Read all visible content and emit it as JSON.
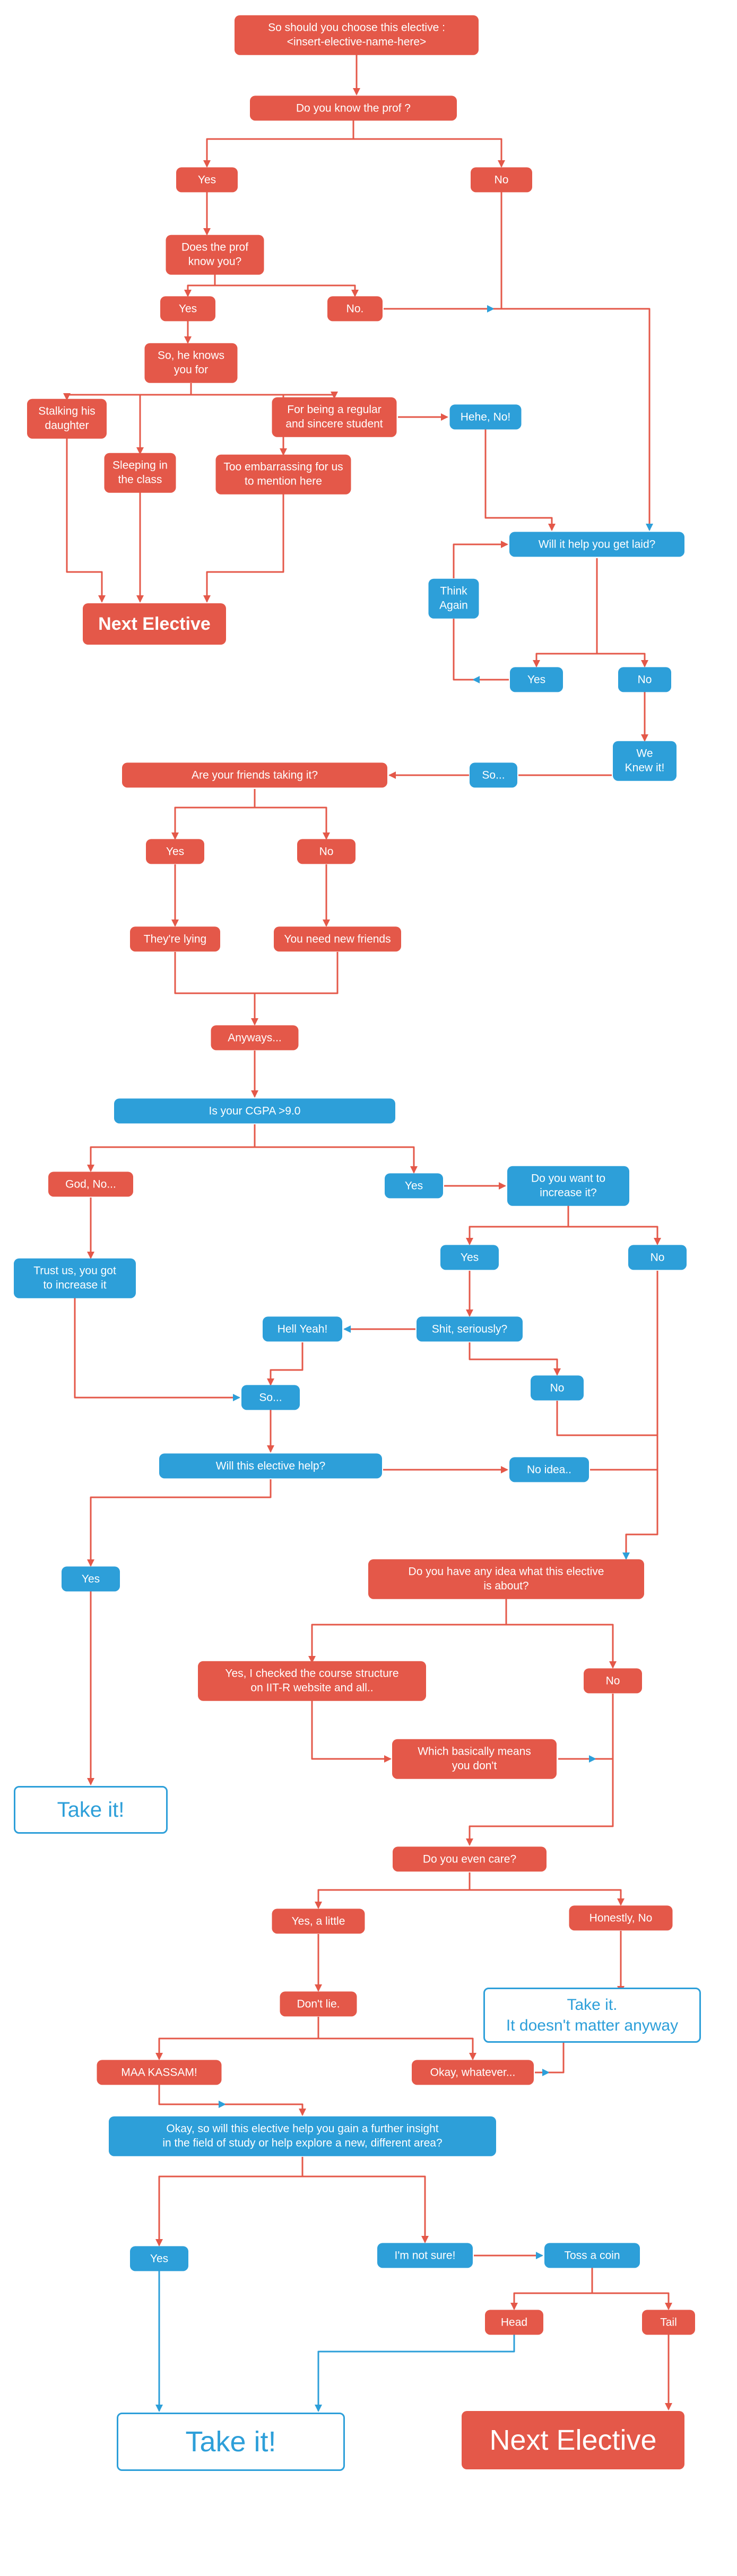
{
  "colors": {
    "red": "#e45849",
    "blue": "#2d9fd9",
    "background": "#ffffff"
  },
  "nodes": {
    "start": "So should you choose this elective :\n<insert-elective-name-here>",
    "q_know_prof": "Do you know the prof ?",
    "yes1": "Yes",
    "no1": "No",
    "q_prof_know_you": "Does the prof\nknow you?",
    "yes2": "Yes",
    "no2": "No.",
    "knows_you_for": "So, he knows\nyou for",
    "stalking": "Stalking his\ndaughter",
    "regular": "For being a regular\nand sincere student",
    "hehe_no": "Hehe, No!",
    "sleeping": "Sleeping in\nthe class",
    "embarrassing": "Too embarrassing for us\nto mention here",
    "q_laid": "Will it help you get laid?",
    "think_again": "Think\nAgain",
    "next_elective_1": "Next Elective",
    "yes3": "Yes",
    "no3": "No",
    "we_knew": "We\nKnew it!",
    "so1": "So...",
    "q_friends": "Are your friends taking it?",
    "yes4": "Yes",
    "no4": "No",
    "lying": "They're lying",
    "new_friends": "You need new friends",
    "anyways": "Anyways...",
    "q_cgpa": "Is your CGPA >9.0",
    "god_no": "God, No...",
    "yes5": "Yes",
    "q_increase": "Do you want to\nincrease it?",
    "trust_us": "Trust us, you got\nto increase it",
    "yes6": "Yes",
    "no5": "No",
    "hell_yeah": "Hell Yeah!",
    "shit_seriously": "Shit, seriously?",
    "no6": "No",
    "so2": "So...",
    "q_help": "Will this elective help?",
    "no_idea": "No idea..",
    "yes7": "Yes",
    "q_idea": "Do you have any idea what this elective\nis about?",
    "checked": "Yes, I checked the course structure\non IIT-R website and all..",
    "no7": "No",
    "means_dont": "Which basically means\nyou don't",
    "take_it_1": "Take it!",
    "q_care": "Do you even care?",
    "yes_little": "Yes, a little",
    "honestly_no": "Honestly, No",
    "dont_lie": "Don't lie.",
    "take_it_2": "Take it.\nIt doesn't matter anyway",
    "maa_kassam": "MAA KASSAM!",
    "okay_whatever": "Okay, whatever...",
    "q_insight": "Okay, so will this elective help you gain a further insight\nin the field of study or help explore a new, different area?",
    "yes8": "Yes",
    "not_sure": "I'm not sure!",
    "toss_coin": "Toss a coin",
    "head": "Head",
    "tail": "Tail",
    "take_it_3": "Take it!",
    "next_elective_2": "Next Elective"
  }
}
